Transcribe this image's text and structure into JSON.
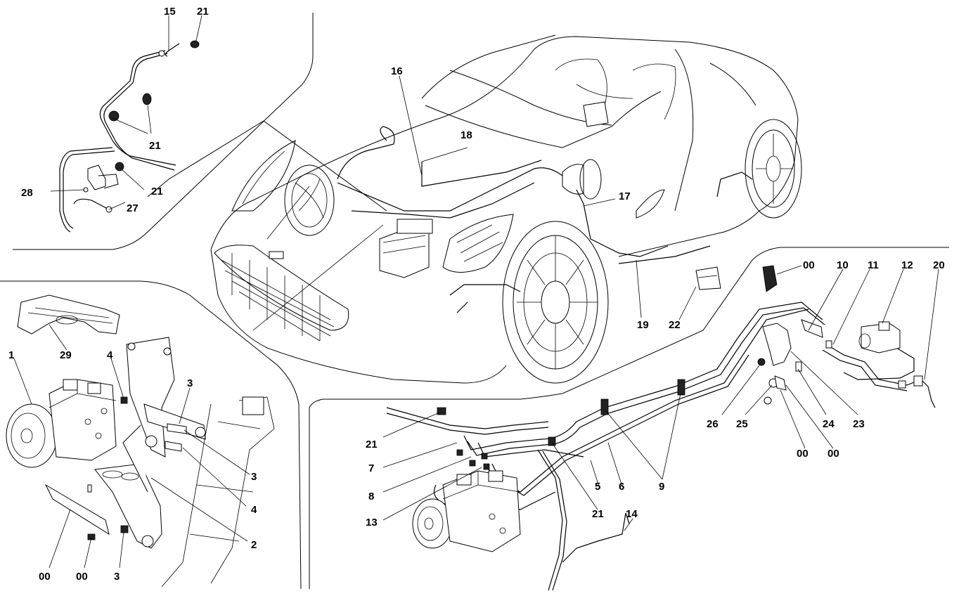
{
  "labels": {
    "n15": "15",
    "n21a": "21",
    "n21b": "21",
    "n21c": "21",
    "n28": "28",
    "n27": "27",
    "n16": "16",
    "n18": "18",
    "n17": "17",
    "n19": "19",
    "n22": "22",
    "n00a": "00",
    "n10": "10",
    "n11": "11",
    "n12": "12",
    "n20": "20",
    "n26": "26",
    "n25": "25",
    "n24": "24",
    "n23": "23",
    "n00b": "00",
    "n00c": "00",
    "n1": "1",
    "n29": "29",
    "n4a": "4",
    "n3a": "3",
    "n3b": "3",
    "n4b": "4",
    "n2": "2",
    "n00d": "00",
    "n00e": "00",
    "n3c": "3",
    "n21d": "21",
    "n7": "7",
    "n8": "8",
    "n13": "13",
    "n5": "5",
    "n6": "6",
    "n9": "9",
    "n21e": "21",
    "n14": "14"
  },
  "colors": {
    "ink": "#000000",
    "paper": "#ffffff"
  }
}
